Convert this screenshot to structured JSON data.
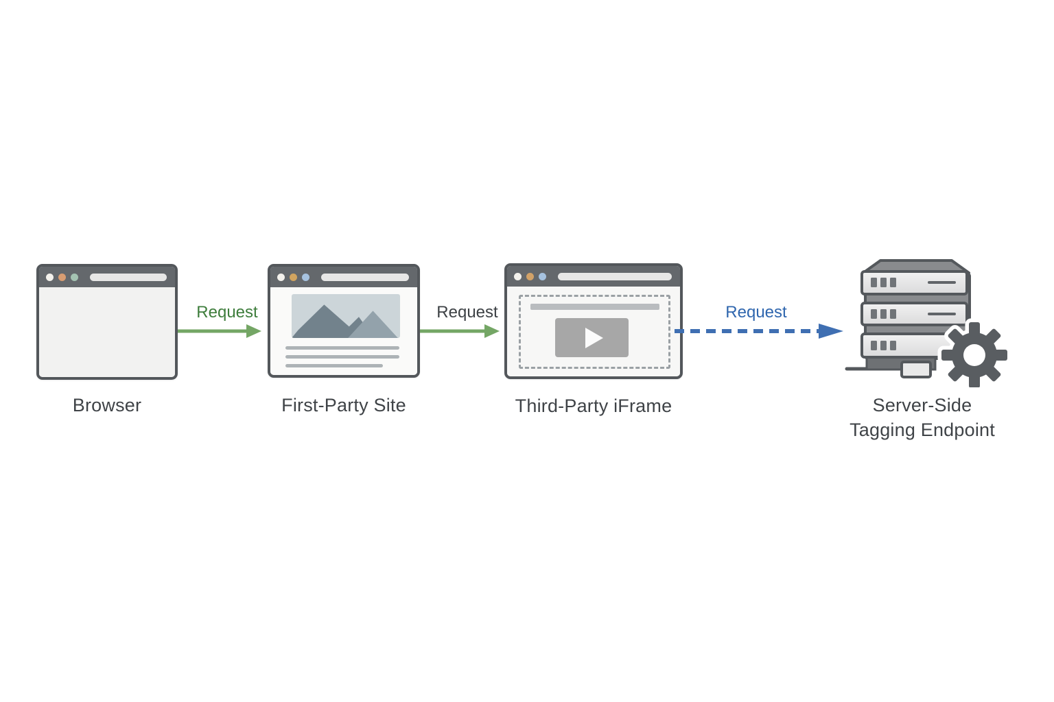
{
  "diagram": {
    "nodes": [
      {
        "name": "browser",
        "label": "Browser"
      },
      {
        "name": "first-party-site",
        "label": "First-Party Site"
      },
      {
        "name": "third-party-iframe",
        "label": "Third-Party iFrame"
      },
      {
        "name": "server-side-tagging-endpoint",
        "label_line1": "Server-Side",
        "label_line2": "Tagging Endpoint"
      }
    ],
    "arrows": [
      {
        "label": "Request",
        "style": "solid",
        "color": "#74a665",
        "label_color": "#3e7d3c"
      },
      {
        "label": "Request",
        "style": "solid",
        "color": "#74a665",
        "label_color": "#3d4145"
      },
      {
        "label": "Request",
        "style": "dashed",
        "color": "#3f6fb2",
        "label_color": "#2f66ae"
      }
    ],
    "colors": {
      "background": "#ffffff",
      "window_border": "#53575b",
      "window_titlebar": "#64686c",
      "window_body": "#f4f4f3",
      "node_label": "#3f4347",
      "green_arrow": "#74a665",
      "blue_arrow": "#3f6fb2",
      "browser_dots": [
        "#f3f1ec",
        "#d89d72",
        "#a4c3b2"
      ],
      "first_party_dots": [
        "#f3f1ec",
        "#d1a45f",
        "#a6c2df"
      ],
      "third_party_dots": [
        "#f3f1ec",
        "#d2a268",
        "#a6c2df"
      ],
      "gear": "#595d61",
      "server_chassis": "#898b8e"
    },
    "icons": [
      "browser-window-icon",
      "webpage-icon",
      "iframe-video-icon",
      "play-icon",
      "server-stack-icon",
      "gear-icon"
    ]
  }
}
